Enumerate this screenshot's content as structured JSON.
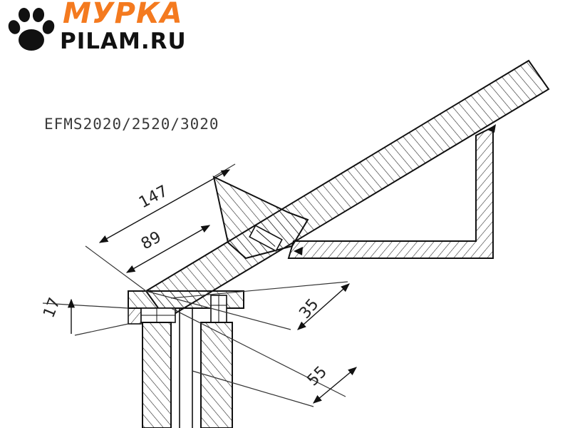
{
  "logo": {
    "brand_top": "МУРКА",
    "brand_bottom": "PILAM.RU",
    "icon": "paw-icon",
    "colors": {
      "accent": "#f47a1f",
      "dark": "#111111"
    }
  },
  "drawing": {
    "model_label": "EFMS2020/2520/3020",
    "dimensions": {
      "d147": "147",
      "d89": "89",
      "d17": "17",
      "d35": "35",
      "d55": "55"
    }
  }
}
